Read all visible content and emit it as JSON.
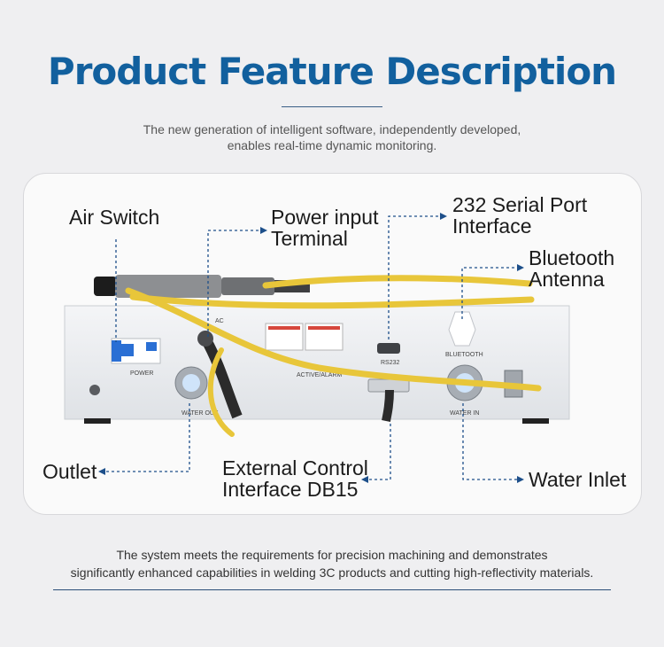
{
  "header": {
    "title": "Product Feature Description",
    "subtitle_lines": [
      "The new generation of intelligent software, independently developed,",
      "enables real-time dynamic monitoring."
    ]
  },
  "callouts": {
    "air_switch": [
      "Air Switch"
    ],
    "power_input": [
      "Power input",
      "Terminal"
    ],
    "serial_port": [
      "232 Serial Port",
      "Interface"
    ],
    "bluetooth": [
      "Bluetooth",
      "Antenna"
    ],
    "outlet": [
      "Outlet"
    ],
    "external_control": [
      "External Control",
      "Interface DB15"
    ],
    "water_inlet": [
      "Water Inlet"
    ]
  },
  "device_labels": {
    "power": "POWER",
    "ac": "AC",
    "water_out": "WATER OUT",
    "active": "ACTIVE/ALARM",
    "rs232": "RS232",
    "bluetooth": "BLUETOOTH",
    "water_in": "WATER IN"
  },
  "footer": {
    "lines": [
      "The system meets the requirements for precision machining and demonstrates",
      "significantly enhanced capabilities in welding 3C products and cutting high-reflectivity materials."
    ]
  },
  "colors": {
    "title": "#12609e",
    "callout_line": "#1d4f8a",
    "cable": "#e8c63a",
    "switch": "#2a6fd4"
  }
}
